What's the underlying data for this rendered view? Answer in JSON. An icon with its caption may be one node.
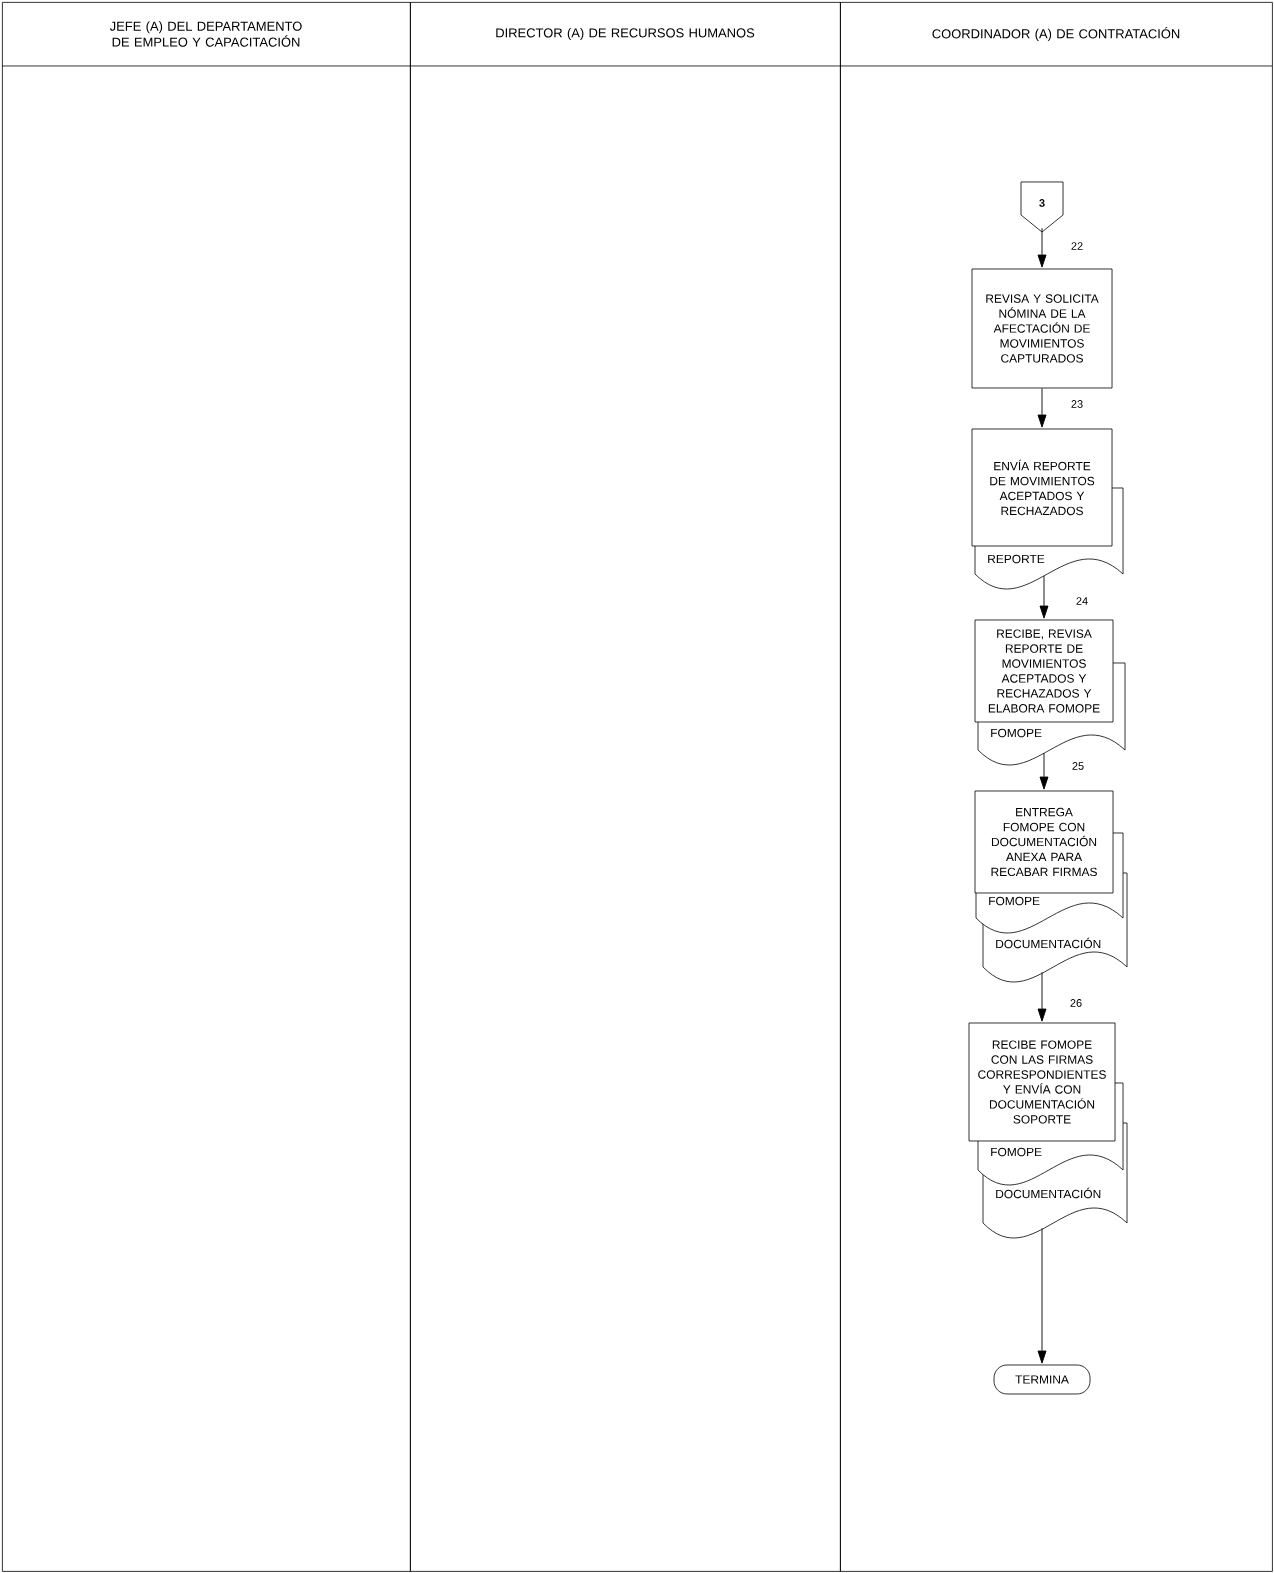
{
  "diagram": {
    "nodes": [
      {
        "text": [
          "JEFE (A) DEL DEPARTAMENTO DE EMPLEO Y CAPACITACIÓN"
        ]
      },
      {
        "text": [
          "DIRECTOR (A)  DE  RECURSOS  HUMANOS"
        ]
      },
      {
        "text": [
          "COORDINADOR (A)  DE  CONTRATACIÓN"
        ]
      },
      {
        "text": [
          "3"
        ],
        "in": 2
      },
      {
        "text": [
          "REVISA Y SOLICITA NÓMINA DE LA AFECTACIÓN DE MOVIMIENTOS CAPTURADOS"
        ],
        "in": 2
      },
      {
        "text": [
          "ENVÍA REPORTE DE MOVIMIENTOS ACEPTADOS Y RECHAZADOS"
        ],
        "in": 2
      },
      {
        "text": [
          "REPORTE"
        ],
        "in": 2
      },
      {
        "text": [
          "RECIBE, REVISA REPORTE DE MOVIMIENTOS ACEPTADOS Y RECHAZADOS Y ELABORA FOMOPE"
        ],
        "in": 2
      },
      {
        "text": [
          "FOMOPE"
        ],
        "in": 2
      },
      {
        "text": [
          "ENTREGA FOMOPE CON DOCUMENTACIÓN ANEXA PARA RECABAR FIRMAS"
        ],
        "in": 2
      },
      {
        "text": [
          "FOMOPE"
        ],
        "in": 2
      },
      {
        "text": [
          "DOCUMENTACIÓN"
        ],
        "in": 2
      },
      {
        "text": [
          "RECIBE FOMOPE CON LAS FIRMAS CORRESPONDIENTES Y ENVÍA CON DOCUMENTACIÓN SOPORTE"
        ],
        "in": 2
      },
      {
        "text": [
          "FOMOPE"
        ],
        "in": 2
      },
      {
        "text": [
          "DOCUMENTACIÓN"
        ],
        "in": 2
      },
      {
        "text": [
          "TERMINA"
        ],
        "in": 2
      }
    ],
    "edges": [
      {
        "from": 3,
        "to": 4,
        "arrow": "to"
      },
      {
        "from": 4,
        "to": 5,
        "arrow": "to"
      },
      {
        "from": 6,
        "to": 7,
        "arrow": "to"
      },
      {
        "from": 8,
        "to": 9,
        "arrow": "to"
      },
      {
        "from": 11,
        "to": 12,
        "arrow": "to"
      },
      {
        "from": 14,
        "to": 15,
        "arrow": "to"
      }
    ],
    "labels": [
      "22",
      "23",
      "24",
      "25",
      "26"
    ]
  }
}
